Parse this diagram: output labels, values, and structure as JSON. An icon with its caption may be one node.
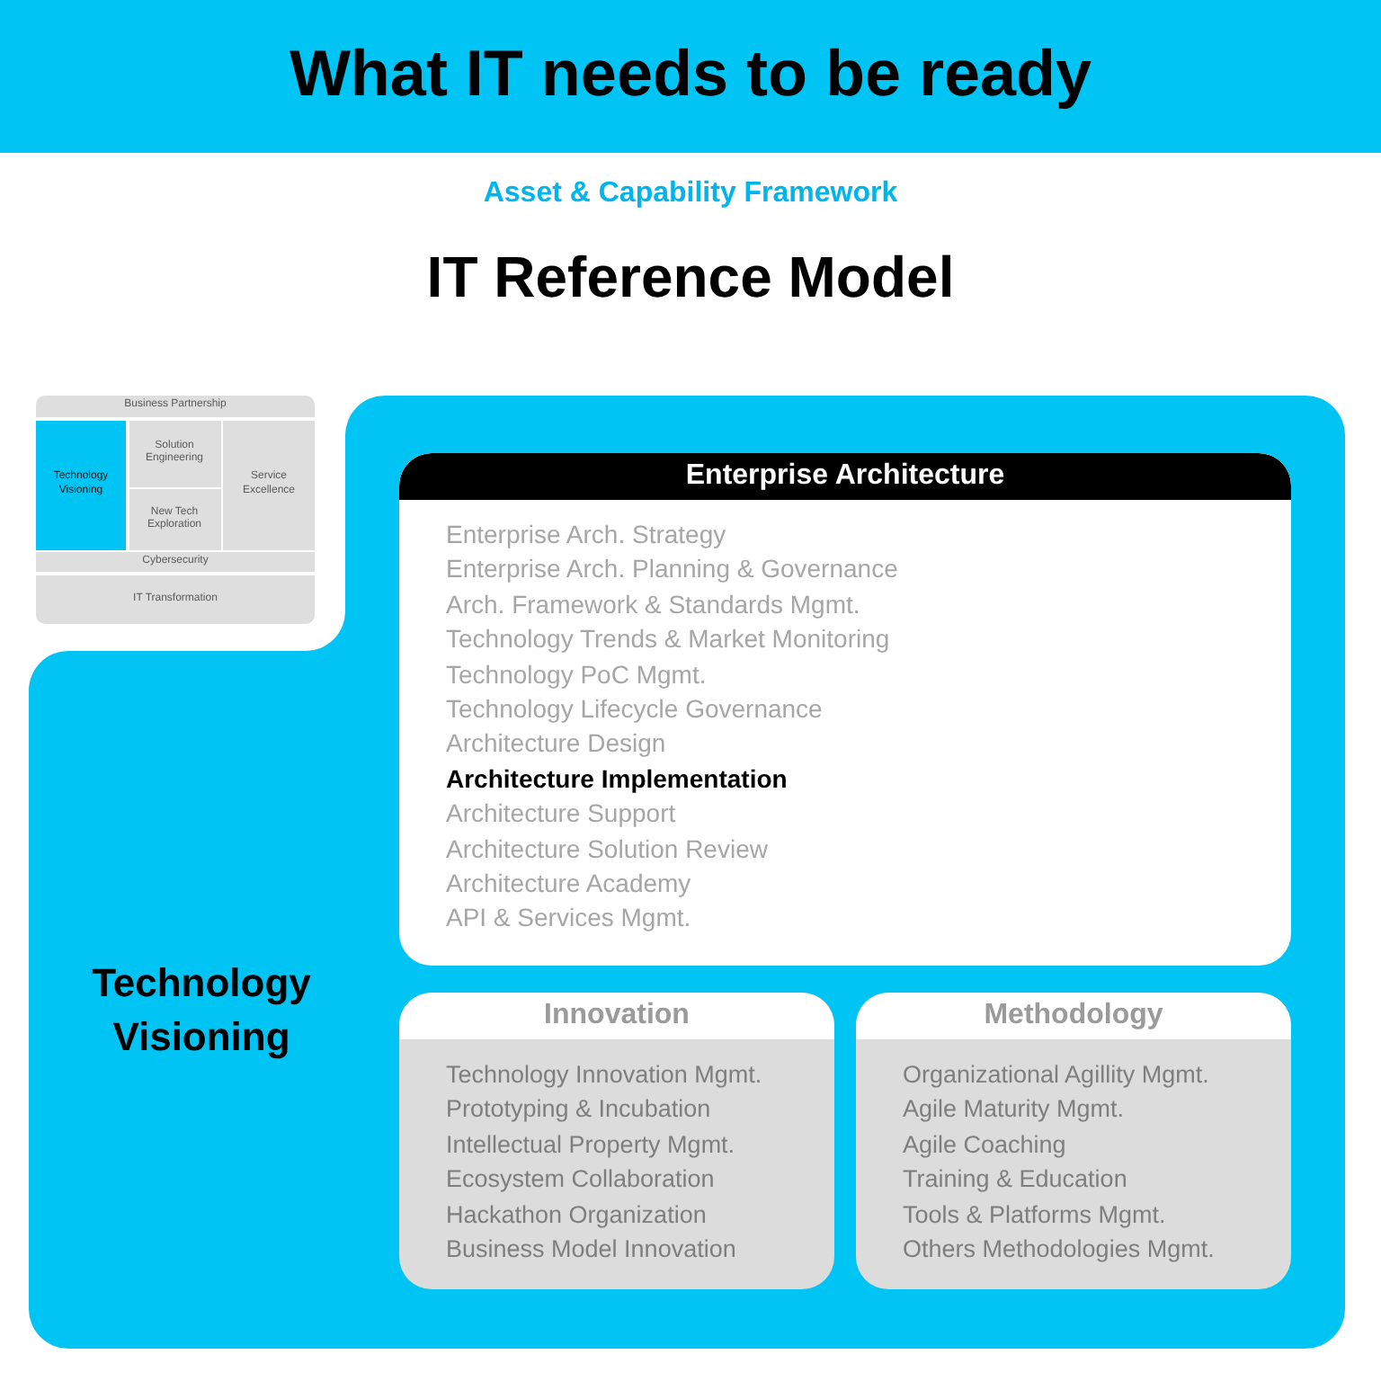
{
  "diagram": {
    "title": "What IT needs to be ready",
    "nodes": [
      {
        "text": [],
        "shape": "box"
      },
      {
        "text": [
          "Business Partnership"
        ],
        "in": 0
      },
      {
        "text": [
          "Technology Visioning"
        ],
        "in": 0
      },
      {
        "text": [
          "Solution Engineering"
        ],
        "in": 0
      },
      {
        "text": [
          "New Tech Exploration"
        ],
        "in": 0
      },
      {
        "text": [
          "Service Excellence"
        ],
        "in": 0
      },
      {
        "text": [
          "Cybersecurity"
        ],
        "in": 0
      },
      {
        "text": [
          "IT Transformation"
        ],
        "in": 0
      },
      {
        "text": [
          "Technology Visioning"
        ]
      },
      {
        "text": [
          "Enterprise Architecture",
          "Enterprise Arch. Strategy",
          "Enterprise Arch. Planning & Governance",
          "Arch. Framework & Standards Mgmt.",
          "Technology Trends & Market Monitoring",
          "Technology PoC Mgmt.",
          "Technology Lifecycle Governance",
          "Architecture Design",
          "Architecture Implementation",
          "Architecture Support",
          "Architecture Solution Review",
          "Architecture Academy",
          "API & Services Mgmt."
        ],
        "in": 8
      },
      {
        "text": [
          "Innovation",
          "Technology Innovation Mgmt.",
          "Prototyping & Incubation",
          "Intellectual Property Mgmt.",
          "Ecosystem Collaboration",
          "Hackathon Organization",
          "Business Model Innovation"
        ],
        "in": 8
      },
      {
        "text": [
          "Methodology",
          "Organizational Agillity Mgmt.",
          "Agile Maturity Mgmt.",
          "Agile Coaching",
          "Training & Education",
          "Tools & Platforms Mgmt.",
          "Others Methodologies Mgmt."
        ],
        "in": 8
      }
    ],
    "labels": [
      "Asset & Capability Framework",
      "IT Reference Model"
    ]
  }
}
